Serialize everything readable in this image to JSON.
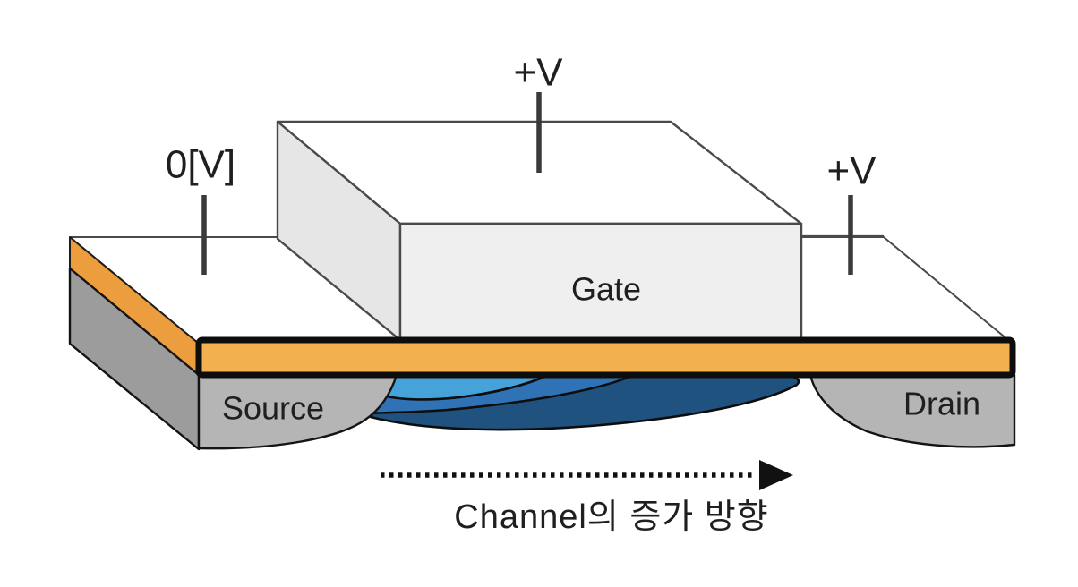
{
  "labels": {
    "source_voltage": "0[V]",
    "gate_voltage": "+V",
    "drain_voltage": "+V",
    "gate": "Gate",
    "source": "Source",
    "drain": "Drain"
  },
  "caption": "Channel의 증가 방향",
  "colors": {
    "background": "#ffffff",
    "substrate_top": "#ffffff",
    "oxide_bar": "#f2b04f",
    "oxide_edge_band": "#ec9d3d",
    "substrate_side": "#9c9c9c",
    "contact_face": "#b5b5b5",
    "gate_top": "#ffffff",
    "gate_side": "#e6e6e6",
    "gate_front": "#efefef",
    "channel_light": "#45a3d9",
    "channel_mid": "#2f72b5",
    "channel_dark": "#1f527e",
    "outline": "#4a4a4a",
    "arrow_ink": "#111111"
  }
}
